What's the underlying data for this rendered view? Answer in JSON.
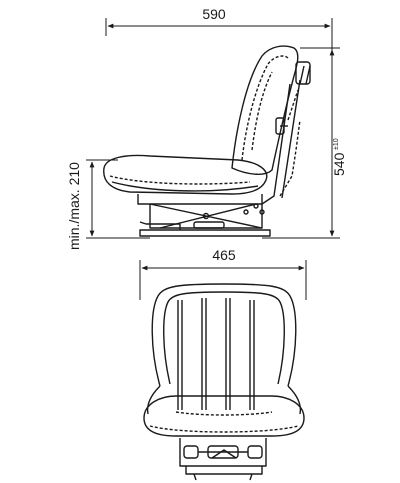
{
  "drawing": {
    "dimensions": {
      "side_width": "590",
      "height": "540",
      "height_tolerance": "±10",
      "adjustment_range": "min./max. 210",
      "front_width": "465"
    }
  }
}
